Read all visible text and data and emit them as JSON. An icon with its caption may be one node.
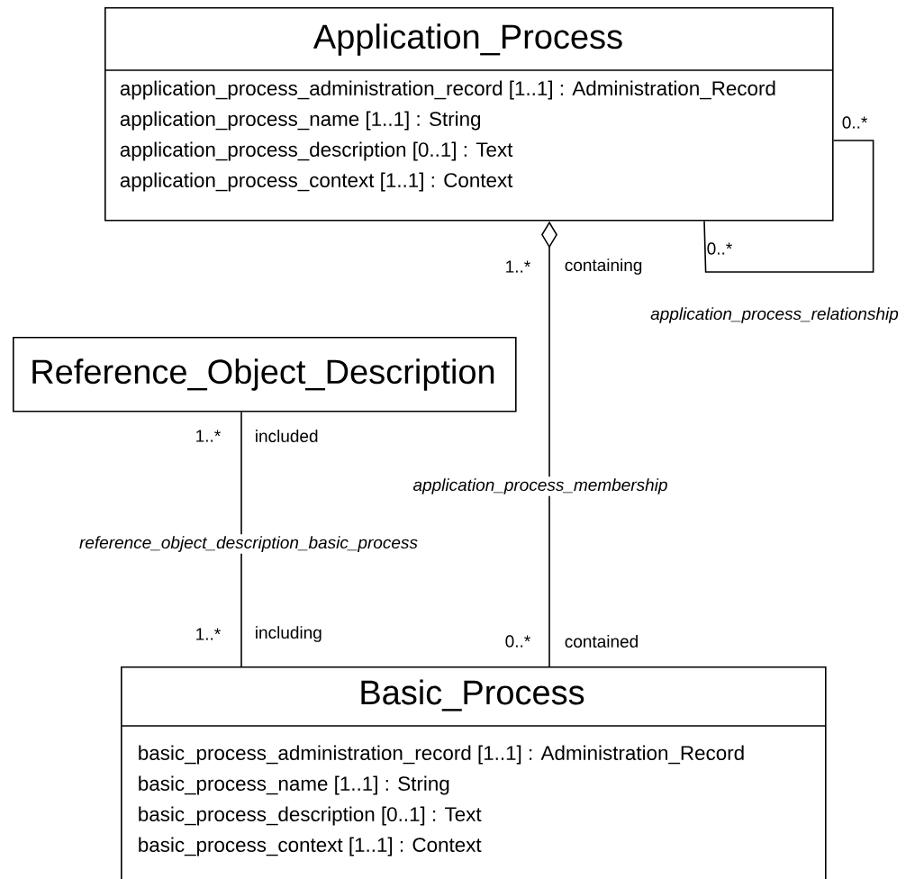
{
  "diagram": {
    "nodes": [
      {
        "text": [
          "Application_Process",
          "application_process_administration_record  [1..1] : Administration_Record",
          "application_process_name  [1..1] : String",
          "application_process_description  [0..1] : Text",
          "application_process_context  [1..1] : Context"
        ]
      },
      {
        "text": [
          "Reference_Object_Description"
        ]
      },
      {
        "text": [
          "Basic_Process",
          "basic_process_administration_record  [1..1] : Administration_Record",
          "basic_process_name  [1..1] : String",
          "basic_process_description  [0..1] : Text",
          "basic_process_context  [1..1] : Context"
        ]
      }
    ],
    "edges": [
      {
        "from": 0,
        "to": 0,
        "arrow": "none",
        "label": "application_process_relationship"
      },
      {
        "from": 2,
        "to": 0,
        "arrow": "other",
        "label": "application_process_membership"
      },
      {
        "from": 1,
        "to": 2,
        "arrow": "none",
        "label": "reference_object_description_basic_process"
      }
    ],
    "labels": [
      "0..*",
      "0..*",
      "1..*",
      "containing",
      "1..*",
      "included",
      "1..*",
      "including",
      "0..*",
      "contained"
    ]
  }
}
